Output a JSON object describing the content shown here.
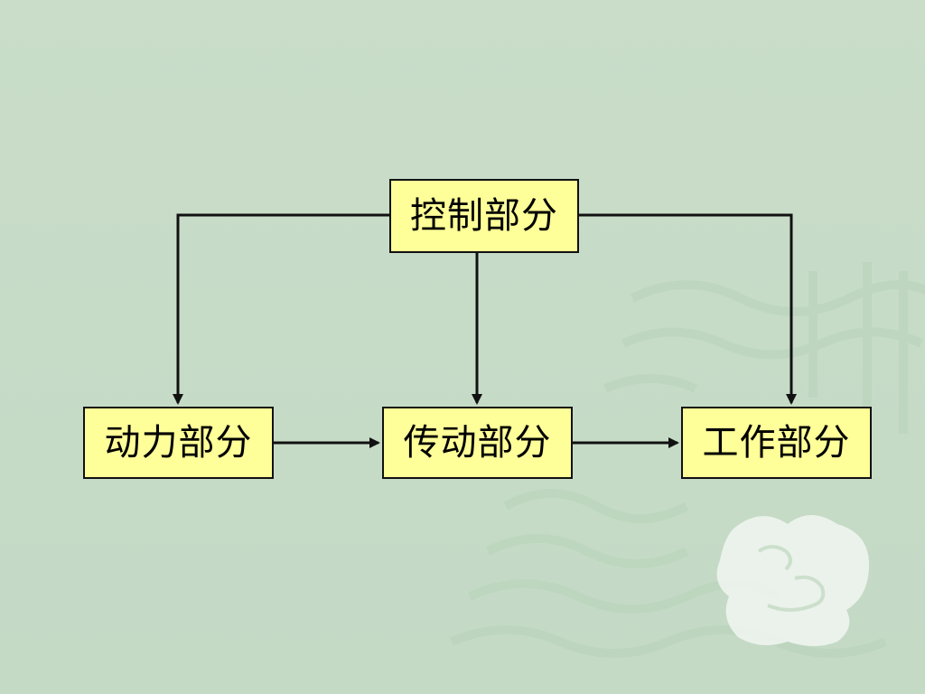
{
  "nodes": {
    "control": "控制部分",
    "power": "动力部分",
    "transmission": "传动部分",
    "work": "工作部分"
  },
  "colors": {
    "background": "#c6dcc6",
    "node_fill": "#ffff99",
    "line": "#111111",
    "watermark": "#eef4ee"
  }
}
